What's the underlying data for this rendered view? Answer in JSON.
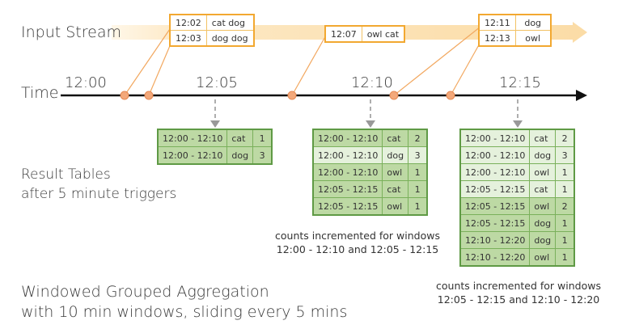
{
  "labels": {
    "input_stream": "Input Stream",
    "time": "Time",
    "result_tables_line1": "Result Tables",
    "result_tables_line2": "after 5 minute triggers",
    "caption_line1": "Windowed Grouped Aggregation",
    "caption_line2": "with 10 min windows, sliding every 5 mins"
  },
  "time_ticks": [
    "12:00",
    "12:05",
    "12:10",
    "12:15"
  ],
  "colors": {
    "stream_band": "#fde8c4",
    "event_border": "#f2a830",
    "event_dot": "#f0a070",
    "table_fill": "#e5f1dc",
    "table_highlight": "#bdd9a4",
    "table_border": "#5f9a45"
  },
  "events": [
    {
      "group": "g1",
      "rows": [
        [
          "12:02",
          "cat dog"
        ],
        [
          "12:03",
          "dog dog"
        ]
      ]
    },
    {
      "group": "g2",
      "rows": [
        [
          "12:07",
          "owl cat"
        ]
      ]
    },
    {
      "group": "g3",
      "rows": [
        [
          "12:11",
          "dog"
        ],
        [
          "12:13",
          "owl"
        ]
      ]
    }
  ],
  "result_tables": [
    {
      "id": "t1205",
      "rows": [
        {
          "window": "12:00 - 12:10",
          "word": "cat",
          "count": "1",
          "hl": true
        },
        {
          "window": "12:00 - 12:10",
          "word": "dog",
          "count": "3",
          "hl": true
        }
      ]
    },
    {
      "id": "t1210",
      "rows": [
        {
          "window": "12:00 - 12:10",
          "word": "cat",
          "count": "2",
          "hl": true
        },
        {
          "window": "12:00 - 12:10",
          "word": "dog",
          "count": "3",
          "hl": false
        },
        {
          "window": "12:00 - 12:10",
          "word": "owl",
          "count": "1",
          "hl": true
        },
        {
          "window": "12:05 - 12:15",
          "word": "cat",
          "count": "1",
          "hl": true
        },
        {
          "window": "12:05 - 12:15",
          "word": "owl",
          "count": "1",
          "hl": true
        }
      ]
    },
    {
      "id": "t1215",
      "rows": [
        {
          "window": "12:00 - 12:10",
          "word": "cat",
          "count": "2",
          "hl": false
        },
        {
          "window": "12:00 - 12:10",
          "word": "dog",
          "count": "3",
          "hl": false
        },
        {
          "window": "12:00 - 12:10",
          "word": "owl",
          "count": "1",
          "hl": false
        },
        {
          "window": "12:05 - 12:15",
          "word": "cat",
          "count": "1",
          "hl": false
        },
        {
          "window": "12:05 - 12:15",
          "word": "owl",
          "count": "2",
          "hl": true
        },
        {
          "window": "12:05 - 12:15",
          "word": "dog",
          "count": "1",
          "hl": true
        },
        {
          "window": "12:10 - 12:20",
          "word": "dog",
          "count": "1",
          "hl": true
        },
        {
          "window": "12:10 - 12:20",
          "word": "owl",
          "count": "1",
          "hl": true
        }
      ]
    }
  ],
  "notes": [
    {
      "line1": "counts incremented for windows",
      "line2": "12:00 - 12:10 and 12:05 - 12:15"
    },
    {
      "line1": "counts incremented for windows",
      "line2": "12:05 - 12:15 and 12:10 - 12:20"
    }
  ]
}
